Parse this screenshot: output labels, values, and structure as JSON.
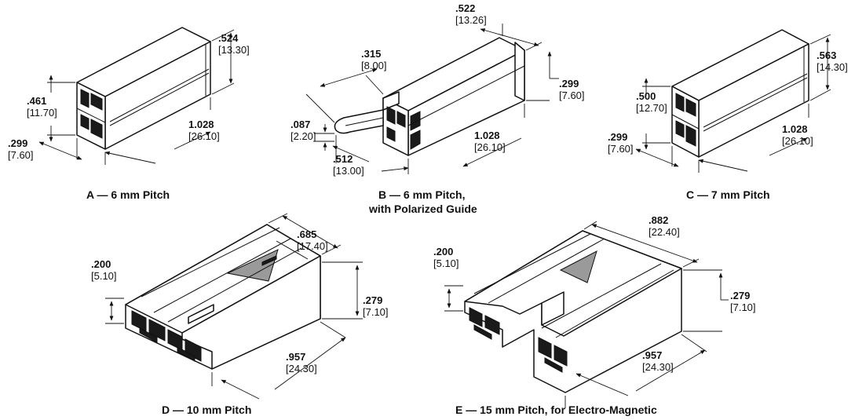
{
  "figures": [
    {
      "id": "A",
      "caption": "A — 6 mm Pitch",
      "dims": [
        {
          "value": ".524",
          "metric": "[13.30]"
        },
        {
          "value": ".461",
          "metric": "[11.70]"
        },
        {
          "value": ".299",
          "metric": "[7.60]"
        },
        {
          "value": "1.028",
          "metric": "[26.10]"
        }
      ]
    },
    {
      "id": "B",
      "caption": "B — 6 mm Pitch,",
      "caption2": "with Polarized Guide",
      "dims": [
        {
          "value": ".522",
          "metric": "[13.26]"
        },
        {
          "value": ".315",
          "metric": "[8.00]"
        },
        {
          "value": ".299",
          "metric": "[7.60]"
        },
        {
          "value": ".087",
          "metric": "[2.20]"
        },
        {
          "value": "1.028",
          "metric": "[26.10]"
        },
        {
          "value": ".512",
          "metric": "[13.00]"
        }
      ]
    },
    {
      "id": "C",
      "caption": "C — 7 mm Pitch",
      "dims": [
        {
          "value": ".563",
          "metric": "[14.30]"
        },
        {
          "value": ".500",
          "metric": "[12.70]"
        },
        {
          "value": ".299",
          "metric": "[7.60]"
        },
        {
          "value": "1.028",
          "metric": "[26.10]"
        }
      ]
    },
    {
      "id": "D",
      "caption": "D — 10 mm Pitch",
      "dims": [
        {
          "value": ".685",
          "metric": "[17.40]"
        },
        {
          "value": ".200",
          "metric": "[5.10]"
        },
        {
          "value": ".279",
          "metric": "[7.10]"
        },
        {
          "value": ".957",
          "metric": "[24.30]"
        }
      ]
    },
    {
      "id": "E",
      "caption": "E — 15 mm Pitch, for Electro-Magnetic",
      "dims": [
        {
          "value": ".882",
          "metric": "[22.40]"
        },
        {
          "value": ".200",
          "metric": "[5.10]"
        },
        {
          "value": ".279",
          "metric": "[7.10]"
        },
        {
          "value": ".957",
          "metric": "[24.30]"
        }
      ]
    }
  ]
}
